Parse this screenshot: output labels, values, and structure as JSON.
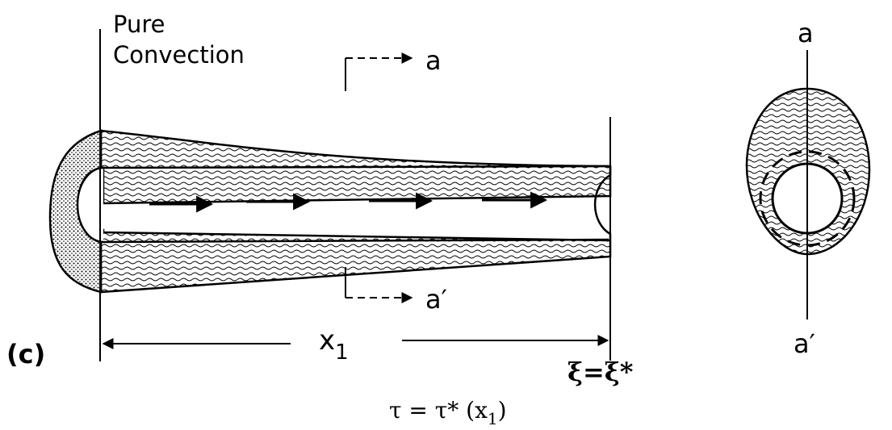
{
  "figure": {
    "panel_label": "(c)",
    "region_label_line1": "Pure",
    "region_label_line2": "Convection",
    "section_top_label": "a",
    "section_bottom_label": "a′",
    "length_label": "x",
    "length_subscript": "1",
    "front_label": "ξ=ξ*",
    "time_label_lhs": "τ = τ* (x",
    "time_label_sub": "1",
    "time_label_rhs": ")",
    "cross_section_top": "a",
    "cross_section_bottom": "a′"
  },
  "colors": {
    "ink": "#000000",
    "paper": "#ffffff",
    "convection_hatch": "wavy-lines",
    "tip_fill": "stipple-dots"
  },
  "icons": {
    "flow_arrow": "right-arrow",
    "section_marker": "dashed-arrow"
  }
}
